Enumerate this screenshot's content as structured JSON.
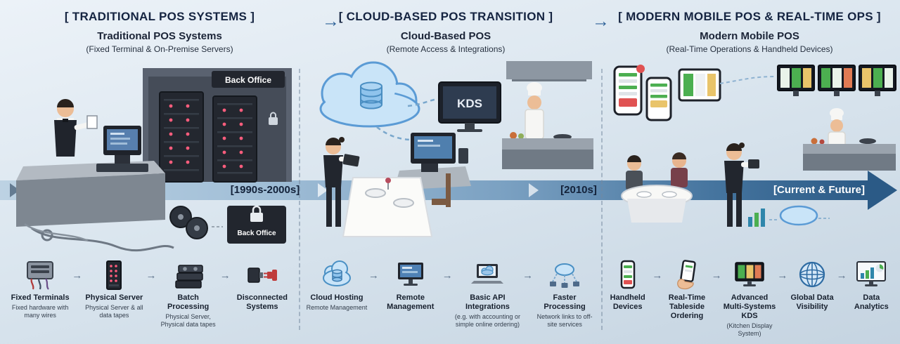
{
  "colors": {
    "background_top": "#ecf2f8",
    "background_bottom": "#c5d4e1",
    "timeline_start": "#bdd2e3",
    "timeline_end": "#2b5a86",
    "header_text": "#152441",
    "accent_blue": "#2f6399",
    "cloud_fill": "#c9e4f8",
    "cloud_stroke": "#4a90c4"
  },
  "icons": {
    "era_arrow": "→",
    "flow_arrow": "→"
  },
  "panels": [
    {
      "header": "[ TRADITIONAL POS SYSTEMS ]",
      "title": "Traditional POS Systems",
      "subtitle": "(Fixed Terminal & On-Premise Servers)",
      "timeline_label": "[1990s-2000s]",
      "scene": {
        "back_office_sign": "Back Office",
        "back_office_box": "Back Office"
      },
      "features": [
        {
          "title": "Fixed Terminals",
          "desc": "Fixed hardware with many wires",
          "icon": "terminal-with-wires"
        },
        {
          "title": "Physical Server",
          "desc": "Physical Server & all data tapes",
          "icon": "server-tower"
        },
        {
          "title": "Batch Processing",
          "desc": "Physical Server, Physical data tapes",
          "icon": "data-tapes"
        },
        {
          "title": "Disconnected Systems",
          "desc": "",
          "icon": "disconnected-plug"
        }
      ]
    },
    {
      "header": "[ CLOUD-BASED POS TRANSITION ]",
      "title": "Cloud-Based POS",
      "subtitle": "(Remote Access & Integrations)",
      "timeline_label": "[2010s]",
      "scene": {
        "kds_label": "KDS"
      },
      "features": [
        {
          "title": "Cloud Hosting",
          "desc": "Remote Management",
          "icon": "cloud-database"
        },
        {
          "title": "Remote Management",
          "desc": "",
          "icon": "desktop-monitor"
        },
        {
          "title": "Basic API Integrations",
          "desc": "(e.g. with accounting or simple online ordering)",
          "icon": "laptop-cloud"
        },
        {
          "title": "Faster Processing",
          "desc": "Network links to off-site services",
          "icon": "network-cloud"
        }
      ]
    },
    {
      "header": "[ MODERN MOBILE POS & REAL-TIME OPS ]",
      "title": "Modern Mobile POS",
      "subtitle": "(Real-Time Operations & Handheld Devices)",
      "timeline_label": "[Current & Future]",
      "scene": {},
      "features": [
        {
          "title": "Handheld Devices",
          "desc": "",
          "icon": "smartphone"
        },
        {
          "title": "Real-Time Tableside Ordering",
          "desc": "",
          "icon": "hand-phone"
        },
        {
          "title": "Advanced Multi-Systems KDS",
          "desc": "(Kitchen Display System)",
          "icon": "kds-screens"
        },
        {
          "title": "Global Data Visibility",
          "desc": "",
          "icon": "globe"
        },
        {
          "title": "Data Analytics",
          "desc": "",
          "icon": "analytics-screen"
        }
      ]
    }
  ]
}
